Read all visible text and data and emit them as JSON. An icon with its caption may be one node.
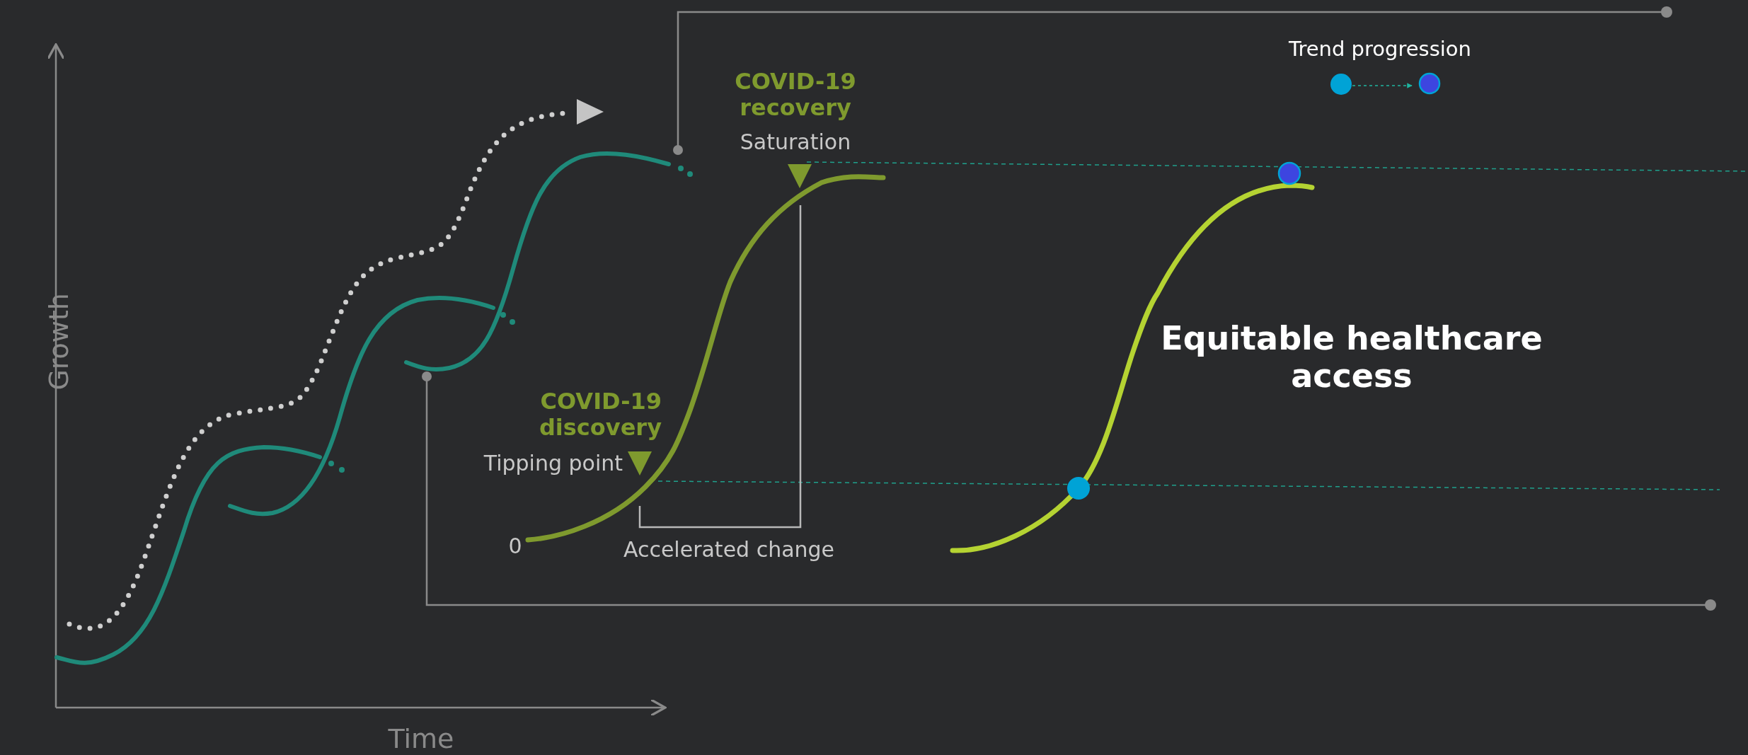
{
  "diagram": {
    "labels": [
      "COVID-19 recovery",
      "Saturation",
      "Growth",
      "Equitable healthcare access",
      "COVID-19 discovery",
      "Tipping point",
      "0",
      "Accelerated change",
      "Time"
    ],
    "legend": [
      {
        "text": "Trend progression"
      }
    ]
  }
}
